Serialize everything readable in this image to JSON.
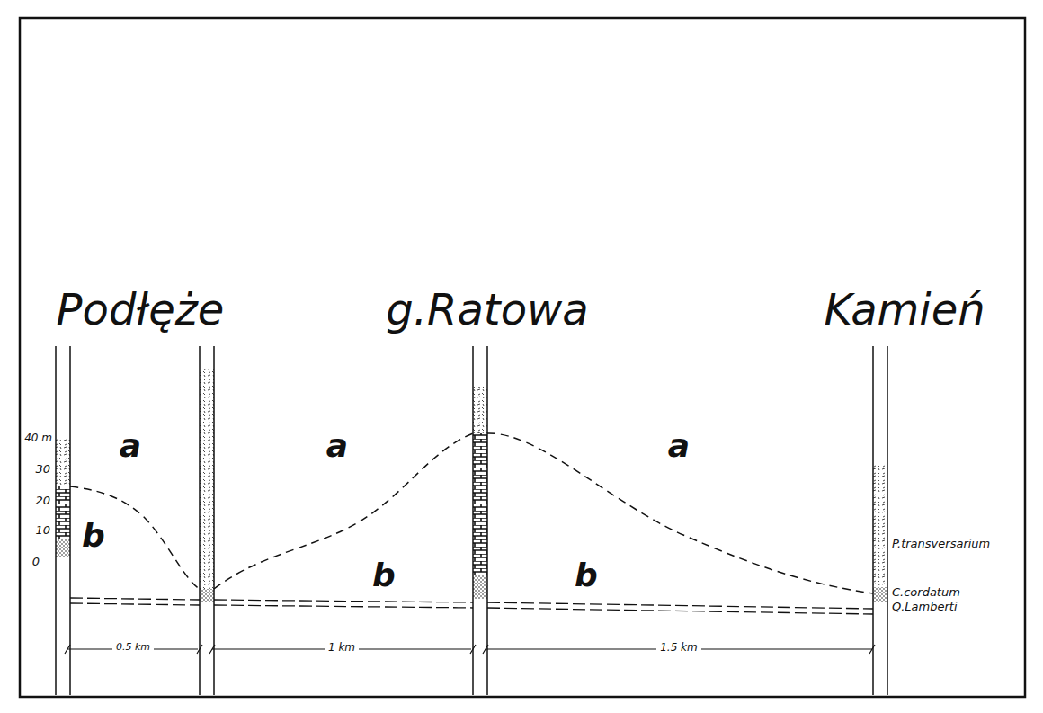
{
  "diagram": {
    "labels": [
      "Podłęże",
      "g.Ratowa",
      "Kamień",
      "a",
      "a",
      "a",
      "b",
      "b",
      "b",
      "40 m",
      "30",
      "20",
      "10",
      "0",
      "P.transversarium",
      "C.cordatum",
      "Q.Lamberti",
      "0.5 km",
      "1 km",
      "1.5 km"
    ]
  }
}
